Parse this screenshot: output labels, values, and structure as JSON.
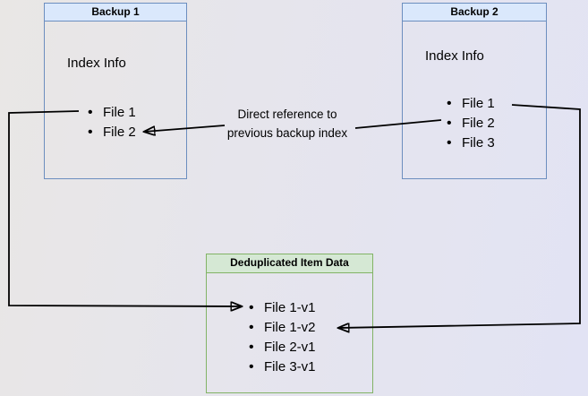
{
  "diagram": {
    "backup1": {
      "title": "Backup 1",
      "subtitle": "Index Info",
      "items": [
        "File 1",
        "File 2"
      ]
    },
    "backup2": {
      "title": "Backup 2",
      "subtitle": "Index Info",
      "items": [
        "File 1",
        "File 2",
        "File 3"
      ]
    },
    "dedup": {
      "title": "Deduplicated Item Data",
      "items": [
        "File 1-v1",
        "File 1-v2",
        "File 2-v1",
        "File 3-v1"
      ]
    },
    "annotation": {
      "line1": "Direct reference to",
      "line2": "previous backup index"
    }
  },
  "colors": {
    "backup_box_border": "#6c8ebf",
    "backup_header_fill": "#dae8fc",
    "dedup_box_border": "#82b366",
    "dedup_header_fill": "#d5e8d4",
    "arrow": "#000000",
    "text": "#000000",
    "background_left": "#e9e7e5",
    "background_right": "#e2e3f4"
  }
}
